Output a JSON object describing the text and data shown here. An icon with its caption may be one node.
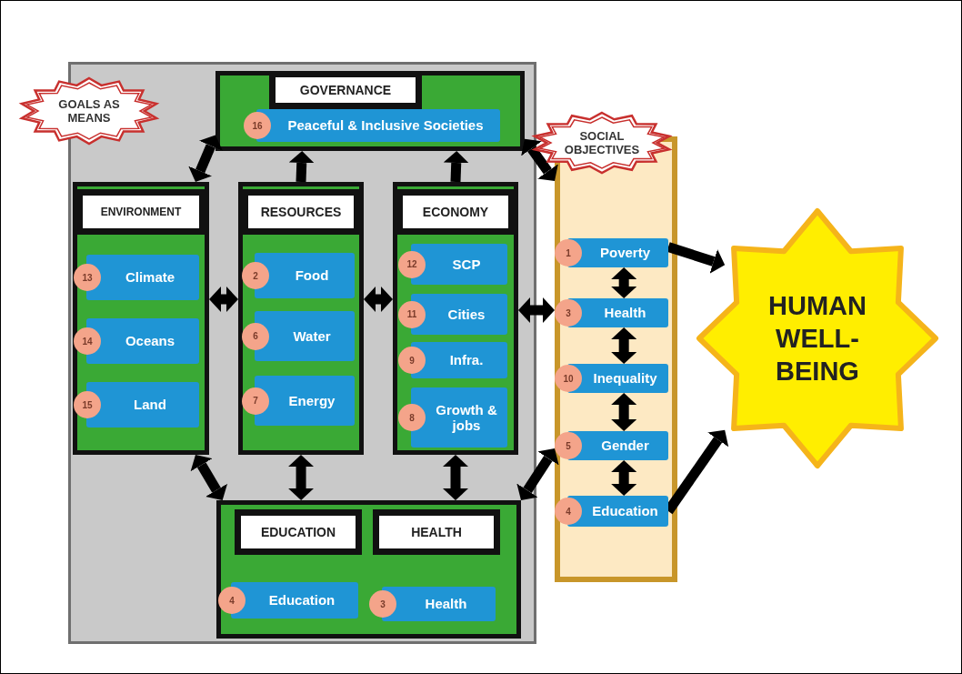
{
  "diagram": {
    "nodes": [
      {
        "text": [],
        "shape": "box"
      },
      {
        "text": [
          "GOALS AS MEANS"
        ]
      },
      {
        "text": [
          "GOVERNANCE"
        ],
        "in": 0
      },
      {
        "text": [
          "16",
          "Peaceful & Inclusive Societies"
        ],
        "in": 2
      },
      {
        "text": [
          "ENVIRONMENT"
        ],
        "in": 0
      },
      {
        "text": [
          "13",
          "Climate"
        ],
        "in": 4
      },
      {
        "text": [
          "14",
          "Oceans"
        ],
        "in": 4
      },
      {
        "text": [
          "15",
          "Land"
        ],
        "in": 4
      },
      {
        "text": [
          "RESOURCES"
        ],
        "in": 0
      },
      {
        "text": [
          "2",
          "Food"
        ],
        "in": 8
      },
      {
        "text": [
          "6",
          "Water"
        ],
        "in": 8
      },
      {
        "text": [
          "7",
          "Energy"
        ],
        "in": 8
      },
      {
        "text": [
          "ECONOMY"
        ],
        "in": 0
      },
      {
        "text": [
          "12",
          "SCP"
        ],
        "in": 12
      },
      {
        "text": [
          "11",
          "Cities"
        ],
        "in": 12
      },
      {
        "text": [
          "9",
          "Infra."
        ],
        "in": 12
      },
      {
        "text": [
          "8",
          "Growth & jobs"
        ],
        "in": 12
      },
      {
        "text": [
          "EDUCATION",
          "HEALTH"
        ],
        "in": 0
      },
      {
        "text": [
          "4",
          "Education"
        ],
        "in": 17
      },
      {
        "text": [
          "3",
          "Health"
        ],
        "in": 17
      },
      {
        "text": [
          "SOCIAL OBJECTIVES"
        ]
      },
      {
        "text": [],
        "shape": "box"
      },
      {
        "text": [
          "1",
          "Poverty"
        ],
        "in": 21
      },
      {
        "text": [
          "3",
          "Health"
        ],
        "in": 21
      },
      {
        "text": [
          "10",
          "Inequality"
        ],
        "in": 21
      },
      {
        "text": [
          "5",
          "Gender"
        ],
        "in": 21
      },
      {
        "text": [
          "4",
          "Education"
        ],
        "in": 21
      },
      {
        "text": [
          "HUMAN WELL-BEING"
        ]
      }
    ],
    "edges": [
      {
        "from": 4,
        "to": 2,
        "arrow": "both"
      },
      {
        "from": 8,
        "to": 2,
        "arrow": "to"
      },
      {
        "from": 12,
        "to": 2,
        "arrow": "to"
      },
      {
        "from": 2,
        "to": 21,
        "arrow": "both"
      },
      {
        "from": 4,
        "to": 8,
        "arrow": "both"
      },
      {
        "from": 8,
        "to": 12,
        "arrow": "both"
      },
      {
        "from": 12,
        "to": 21,
        "arrow": "both"
      },
      {
        "from": 4,
        "to": 17,
        "arrow": "both"
      },
      {
        "from": 8,
        "to": 17,
        "arrow": "both"
      },
      {
        "from": 12,
        "to": 17,
        "arrow": "both"
      },
      {
        "from": 17,
        "to": 21,
        "arrow": "both"
      },
      {
        "from": 22,
        "to": 23,
        "arrow": "both"
      },
      {
        "from": 23,
        "to": 24,
        "arrow": "both"
      },
      {
        "from": 24,
        "to": 25,
        "arrow": "both"
      },
      {
        "from": 25,
        "to": 26,
        "arrow": "both"
      },
      {
        "from": 22,
        "to": 27,
        "arrow": "to"
      },
      {
        "from": 26,
        "to": 27,
        "arrow": "to"
      }
    ]
  }
}
